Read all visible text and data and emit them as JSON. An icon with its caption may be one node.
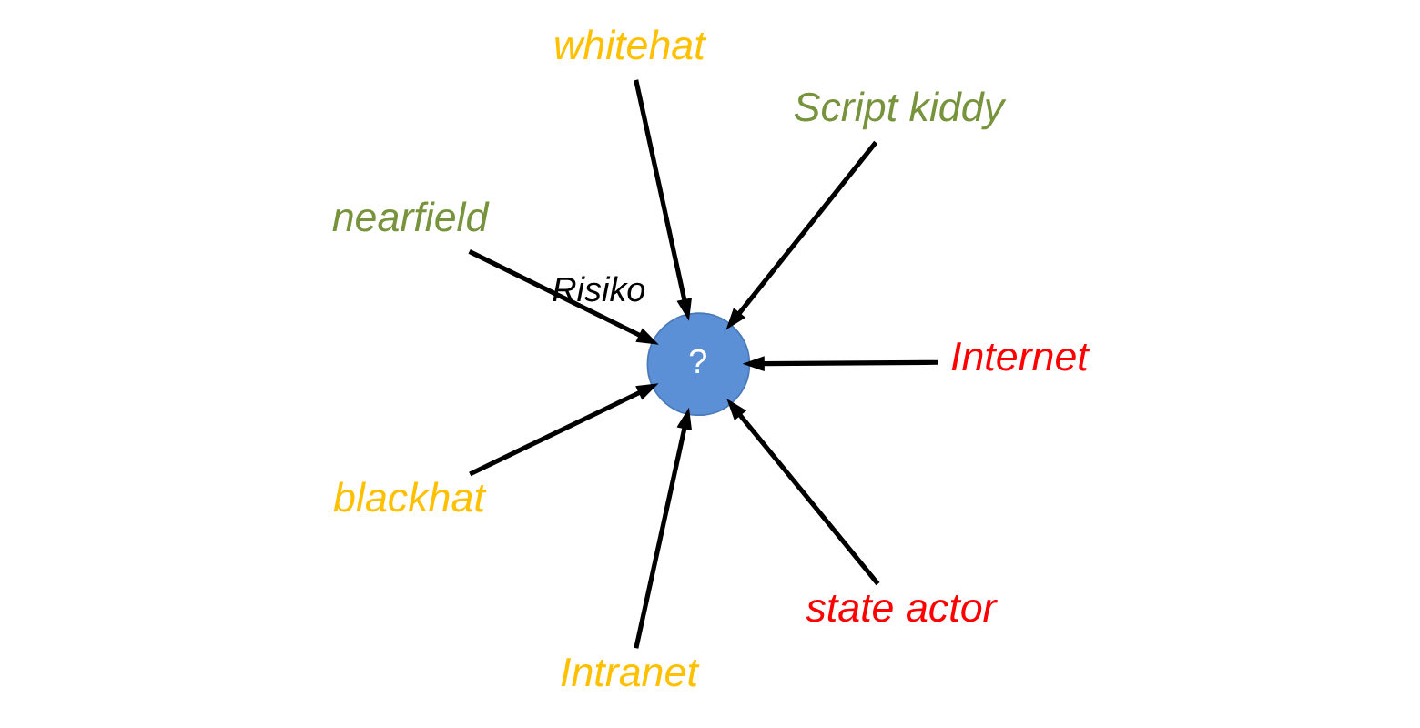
{
  "diagram": {
    "nodes": [
      {
        "text": [
          "?"
        ],
        "beside": [
          "Risiko"
        ]
      },
      {
        "text": [
          "Internet"
        ]
      },
      {
        "text": [
          "Intranet"
        ]
      },
      {
        "text": [
          "nearfield"
        ]
      },
      {
        "text": [
          "Script kiddy"
        ]
      },
      {
        "text": [
          "whitehat"
        ]
      },
      {
        "text": [
          "blackhat"
        ]
      },
      {
        "text": [
          "state actor"
        ]
      }
    ],
    "edges": [
      {
        "from": 1,
        "to": 0,
        "arrow": "to"
      },
      {
        "from": 2,
        "to": 0,
        "arrow": "to"
      },
      {
        "from": 3,
        "to": 0,
        "arrow": "to"
      },
      {
        "from": 4,
        "to": 0,
        "arrow": "to"
      },
      {
        "from": 5,
        "to": 0,
        "arrow": "to"
      },
      {
        "from": 6,
        "to": 0,
        "arrow": "to"
      },
      {
        "from": 7,
        "to": 0,
        "arrow": "to"
      }
    ]
  }
}
